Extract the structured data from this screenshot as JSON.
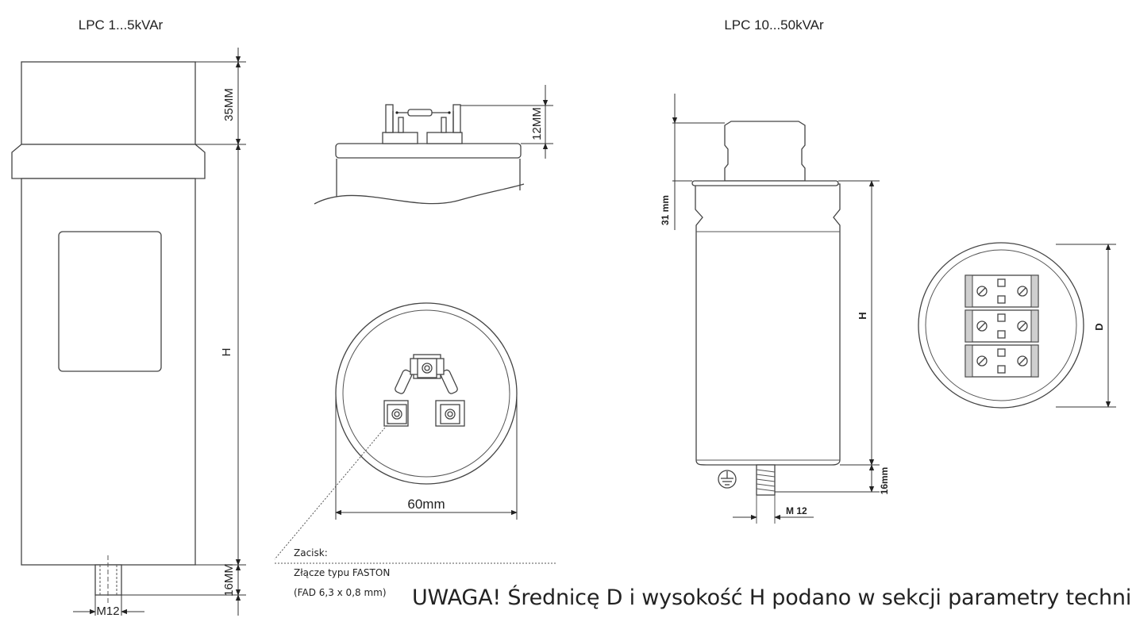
{
  "titles": {
    "left": "LPC 1...5kVAr",
    "right": "LPC 10...50kVAr"
  },
  "small_model": {
    "top_height": "35MM",
    "terminal_height": "12MM",
    "height": "H",
    "bolt_height": "16MM",
    "bolt": "M12",
    "diameter": "60mm",
    "terminal_note": [
      "Zacisk:",
      "Złącze typu FASTON",
      "(FAD 6,3 x 0,8 mm)"
    ]
  },
  "large_model": {
    "top_height": "31 mm",
    "height": "H",
    "bolt_height": "16mm",
    "bolt": "M 12",
    "diameter": "D",
    "ground_symbol": "ground-icon"
  },
  "warning": "UWAGA! Średnicę D i wysokość H podano w sekcji parametry techniczne."
}
